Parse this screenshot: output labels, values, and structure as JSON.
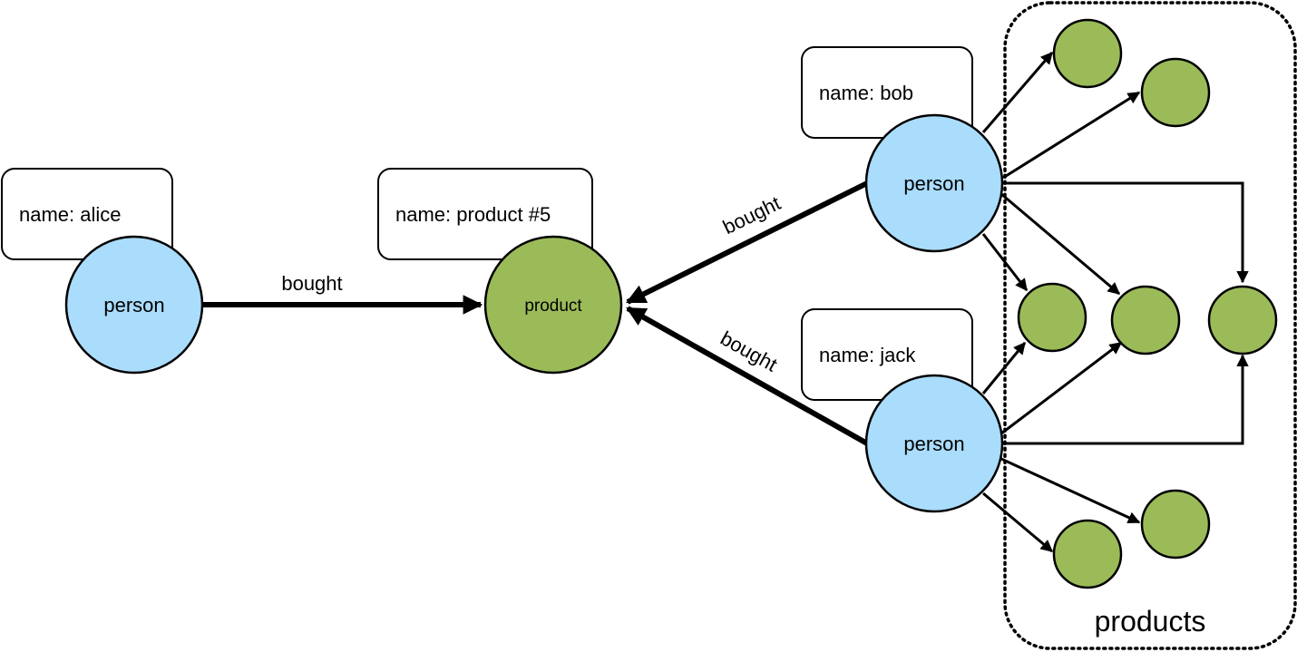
{
  "colors": {
    "person_fill": "#aadcfb",
    "product_fill": "#9bbb59",
    "stroke": "#000000"
  },
  "alice": {
    "label": "name: alice",
    "type": "person"
  },
  "product5": {
    "label": "name: product #5",
    "type": "product"
  },
  "bob": {
    "label": "name: bob",
    "type": "person"
  },
  "jack": {
    "label": "name: jack",
    "type": "person"
  },
  "edges": {
    "alice_product": "bought",
    "bob_product": "bought",
    "jack_product": "bought"
  },
  "group": {
    "title": "products"
  }
}
